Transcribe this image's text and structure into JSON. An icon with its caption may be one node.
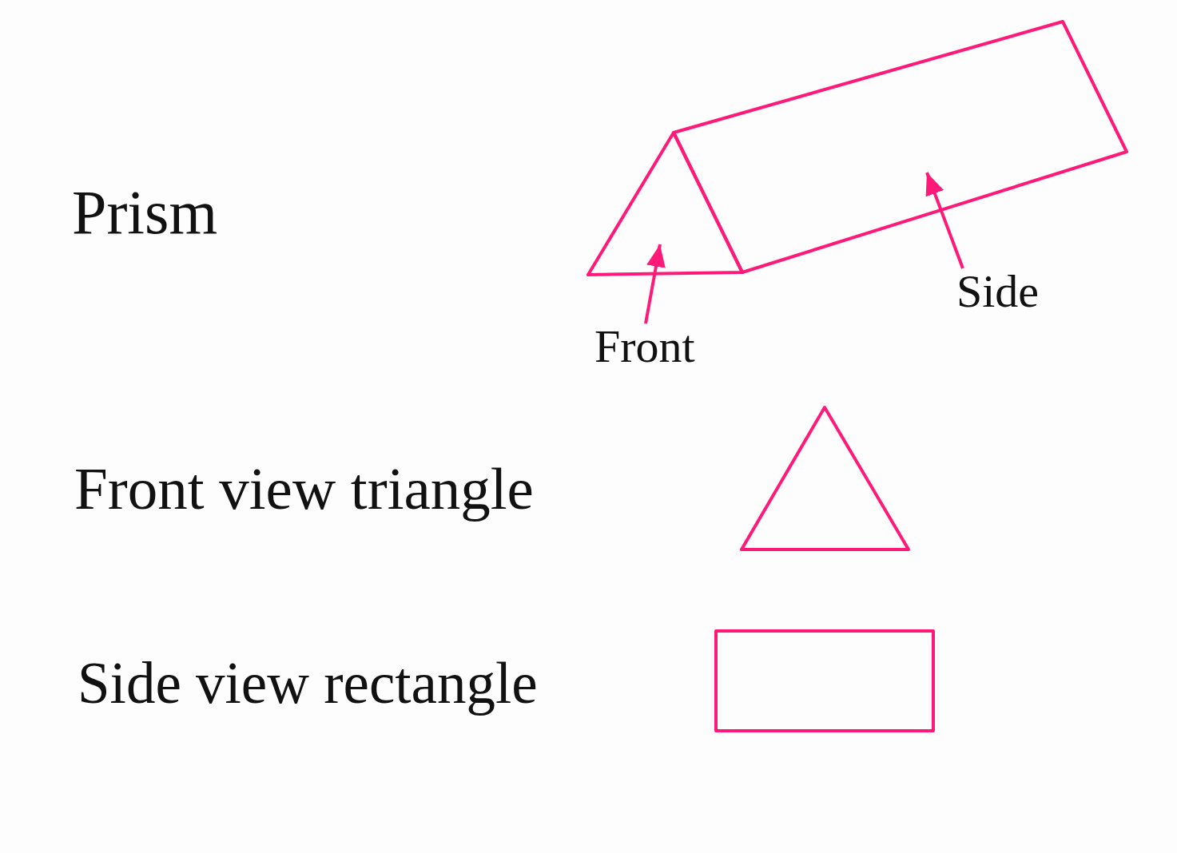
{
  "diagram": {
    "nodes": [
      {
        "text": [],
        "shape": "triangle"
      },
      {
        "text": [],
        "shape": "parallelogram"
      },
      {
        "text": [
          "Side"
        ]
      },
      {
        "text": [
          "Front"
        ]
      },
      {
        "text": [],
        "shape": "triangle"
      },
      {
        "text": [],
        "shape": "box"
      }
    ],
    "edges": [
      {
        "from": 3,
        "to": 0,
        "arrow": "to"
      },
      {
        "from": 2,
        "to": 1,
        "arrow": "to"
      }
    ],
    "labels": [
      "Prism",
      "Front view triangle",
      "Side view rectangle"
    ]
  }
}
